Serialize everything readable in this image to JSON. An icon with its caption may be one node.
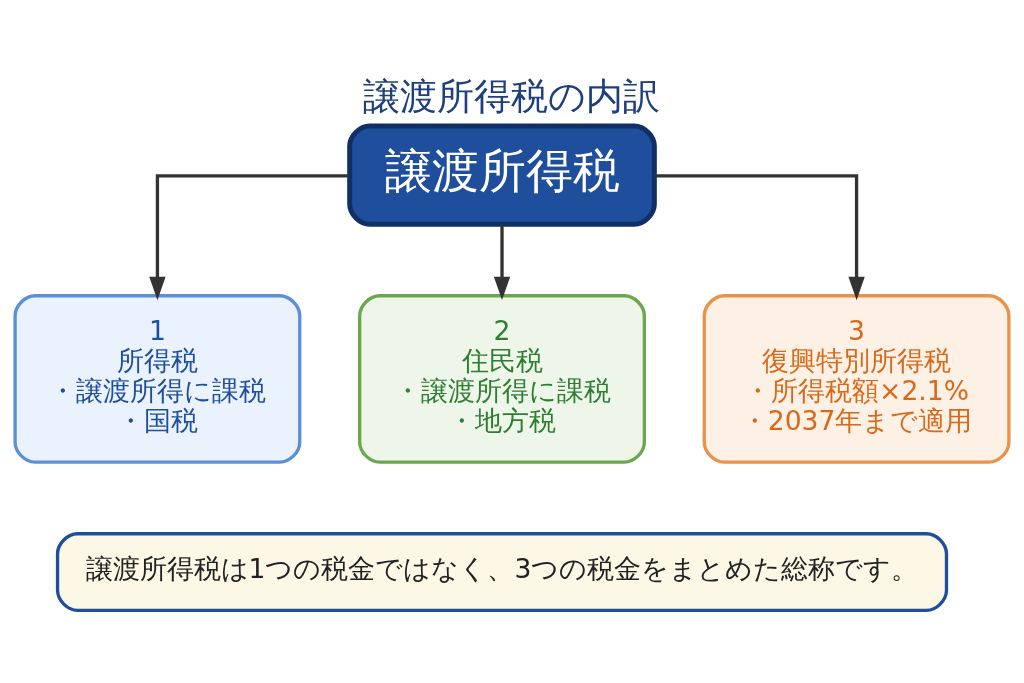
{
  "diagram": {
    "title": "譲渡所得税の内訳",
    "nodes": [
      {
        "text": [
          "譲渡所得税"
        ]
      },
      {
        "text": [
          "1",
          "所得税",
          "・譲渡所得に課税",
          "・国税"
        ]
      },
      {
        "text": [
          "2",
          "住民税",
          "・譲渡所得に課税",
          "・地方税"
        ]
      },
      {
        "text": [
          "3",
          "復興特別所得税",
          "・所得税額×2.1%",
          "・2037年まで適用"
        ]
      },
      {
        "text": [
          "譲渡所得税は1つの税金ではなく、3つの税金をまとめた総称です。"
        ]
      }
    ],
    "edges": [
      {
        "from": 0,
        "to": 1,
        "arrow": "to"
      },
      {
        "from": 0,
        "to": 2,
        "arrow": "to"
      },
      {
        "from": 0,
        "to": 3,
        "arrow": "to"
      }
    ]
  }
}
